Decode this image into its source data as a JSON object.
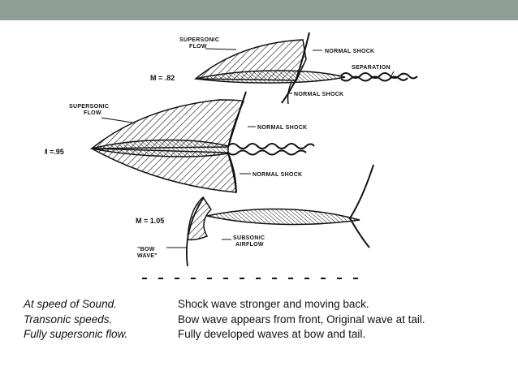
{
  "slide": {
    "header_color": "#8f9f95"
  },
  "diagram": {
    "case1": {
      "mach": "M = .82",
      "supersonic_flow": [
        "SUPERSONIC",
        "FLOW"
      ],
      "normal_shock_top": "NORMAL SHOCK",
      "separation": "SEPARATION",
      "normal_shock_bottom": "NORMAL SHOCK"
    },
    "case2": {
      "mach": "M =.95",
      "supersonic_flow": [
        "SUPERSONIC",
        "FLOW"
      ],
      "normal_shock_top": "NORMAL SHOCK",
      "normal_shock_bottom": "NORMAL SHOCK"
    },
    "case3": {
      "mach": "M = 1.05",
      "subsonic_airflow": [
        "SUBSONIC",
        "AIRFLOW"
      ],
      "bow_wave": [
        "\"BOW",
        "WAVE\""
      ]
    }
  },
  "captions": [
    {
      "label": "At speed of Sound.",
      "description": "Shock wave stronger and moving back."
    },
    {
      "label": "Transonic speeds.",
      "description": "Bow wave appears from front, Original wave at tail."
    },
    {
      "label": "Fully supersonic flow.",
      "description": "Fully developed waves at bow and tail."
    }
  ]
}
